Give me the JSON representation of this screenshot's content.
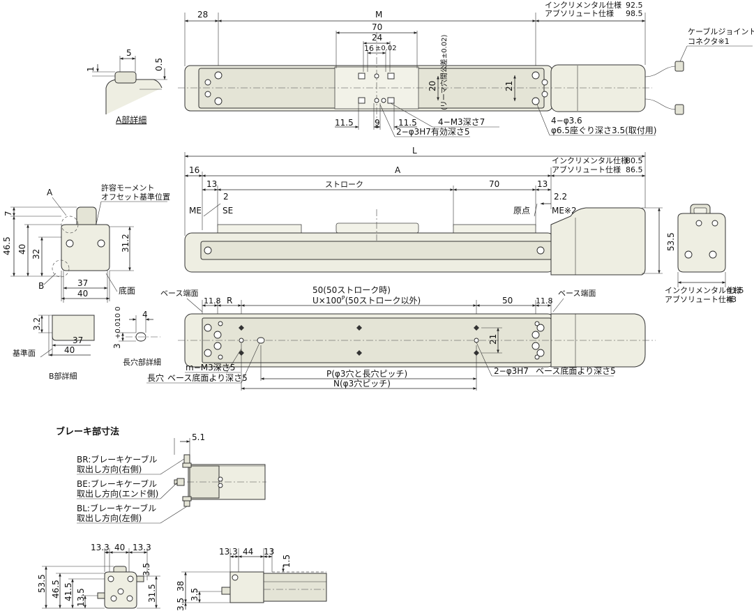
{
  "top_view": {
    "d_28": "28",
    "d_M": "M",
    "incremental": "インクリメンタル仕様",
    "inc_val": "92.5",
    "absolute": "アブソリュート仕様",
    "abs_val": "98.5",
    "cable": "ケーブルジョイント",
    "connector": "コネクタ※1",
    "d_70": "70",
    "d_24": "24",
    "d_16": "16",
    "d_16_tol": "±0.02",
    "d_20": "20",
    "d_21": "21",
    "reamer_note": "(リーマ穴間公差±0.02)",
    "d_11_5a": "11.5",
    "d_9": "9",
    "d_11_5b": "11.5",
    "note_m3": "4−M3深さ7",
    "note_pin": "2−φ3H7有効深さ5",
    "note_hole1": "4−φ3.6",
    "note_hole2": "φ6.5座ぐり深さ3.5(取付用)"
  },
  "detail_a": {
    "d_5": "5",
    "d_1": "1",
    "d_0_5": "0.5",
    "caption": "A部詳細"
  },
  "side_view": {
    "d_L": "L",
    "d_16": "16",
    "d_A": "A",
    "incremental": "インクリメンタル仕様",
    "inc_val": "80.5",
    "absolute": "アブソリュート仕様",
    "abs_val": "86.5",
    "d_13a": "13",
    "stroke": "ストローク",
    "d_70": "70",
    "d_13b": "13",
    "d_2": "2",
    "d_2_2": "2.2",
    "ME": "ME",
    "SE": "SE",
    "origin": "原点",
    "ME2": "ME※2",
    "d_53_5": "53.5"
  },
  "end_view_left": {
    "moment1": "許容モーメント",
    "moment2": "オフセット基準位置",
    "A": "A",
    "B": "B",
    "d_7": "7",
    "d_46_5": "46.5",
    "d_40v": "40",
    "d_32": "32",
    "d_31_2": "31.2",
    "d_37": "37",
    "d_40": "40",
    "bottom": "底面"
  },
  "end_view_right": {
    "incremental": "インクリメンタル仕様",
    "inc_val": "41.5",
    "absolute": "アブソリュート仕様",
    "abs_val": "43"
  },
  "bottom_view": {
    "base_end_l": "ベース端面",
    "base_end_r": "ベース端面",
    "d_11_8a": "11.8",
    "R": "R",
    "d_50_note": "50(50ストローク時)",
    "U_note": "U×100",
    "U_sup": "P",
    "U_note2": "(50ストローク以外)",
    "d_50": "50",
    "d_11_8b": "11.8",
    "d_21": "21",
    "note_m": "m−M3深さ5",
    "note_slot1": "長穴",
    "note_slot2": "ベース底面より深さ5",
    "note_pin": "2−φ3H7",
    "note_pin2": "ベース底面より深さ5",
    "P_note": "P(φ3穴と長穴ピッチ)",
    "N_note": "N(φ3穴ピッチ)"
  },
  "detail_b": {
    "d_3_2": "3.2",
    "d_37": "37",
    "d_40": "40",
    "ref": "基準面",
    "caption": "B部詳細"
  },
  "slot_detail": {
    "d_4": "4",
    "d_3": "3",
    "tol": "+0.010 0",
    "caption": "長穴部詳細"
  },
  "brake": {
    "title": "ブレーキ部寸法",
    "d_5_1": "5.1",
    "br1": "BR:ブレーキケーブル",
    "br2": "取出し方向(右側)",
    "be1": "BE:ブレーキケーブル",
    "be2": "取出し方向(エンド側)",
    "bl1": "BL:ブレーキケーブル",
    "bl2": "取出し方向(左側)",
    "e_13_3a": "13.3",
    "e_40": "40",
    "e_13_3b": "13.3",
    "e_53_5": "53.5",
    "e_46_5": "46.5",
    "e_41_5": "41.5",
    "e_13_5": "13.5",
    "e_3_5": "3.5",
    "e_31_5": "31.5",
    "s_13_3": "13.3",
    "s_44": "44",
    "s_13": "13",
    "s_1_5": "1.5",
    "s_38": "38",
    "s_3_5a": "3.5",
    "s_3_5b": "3.5"
  }
}
